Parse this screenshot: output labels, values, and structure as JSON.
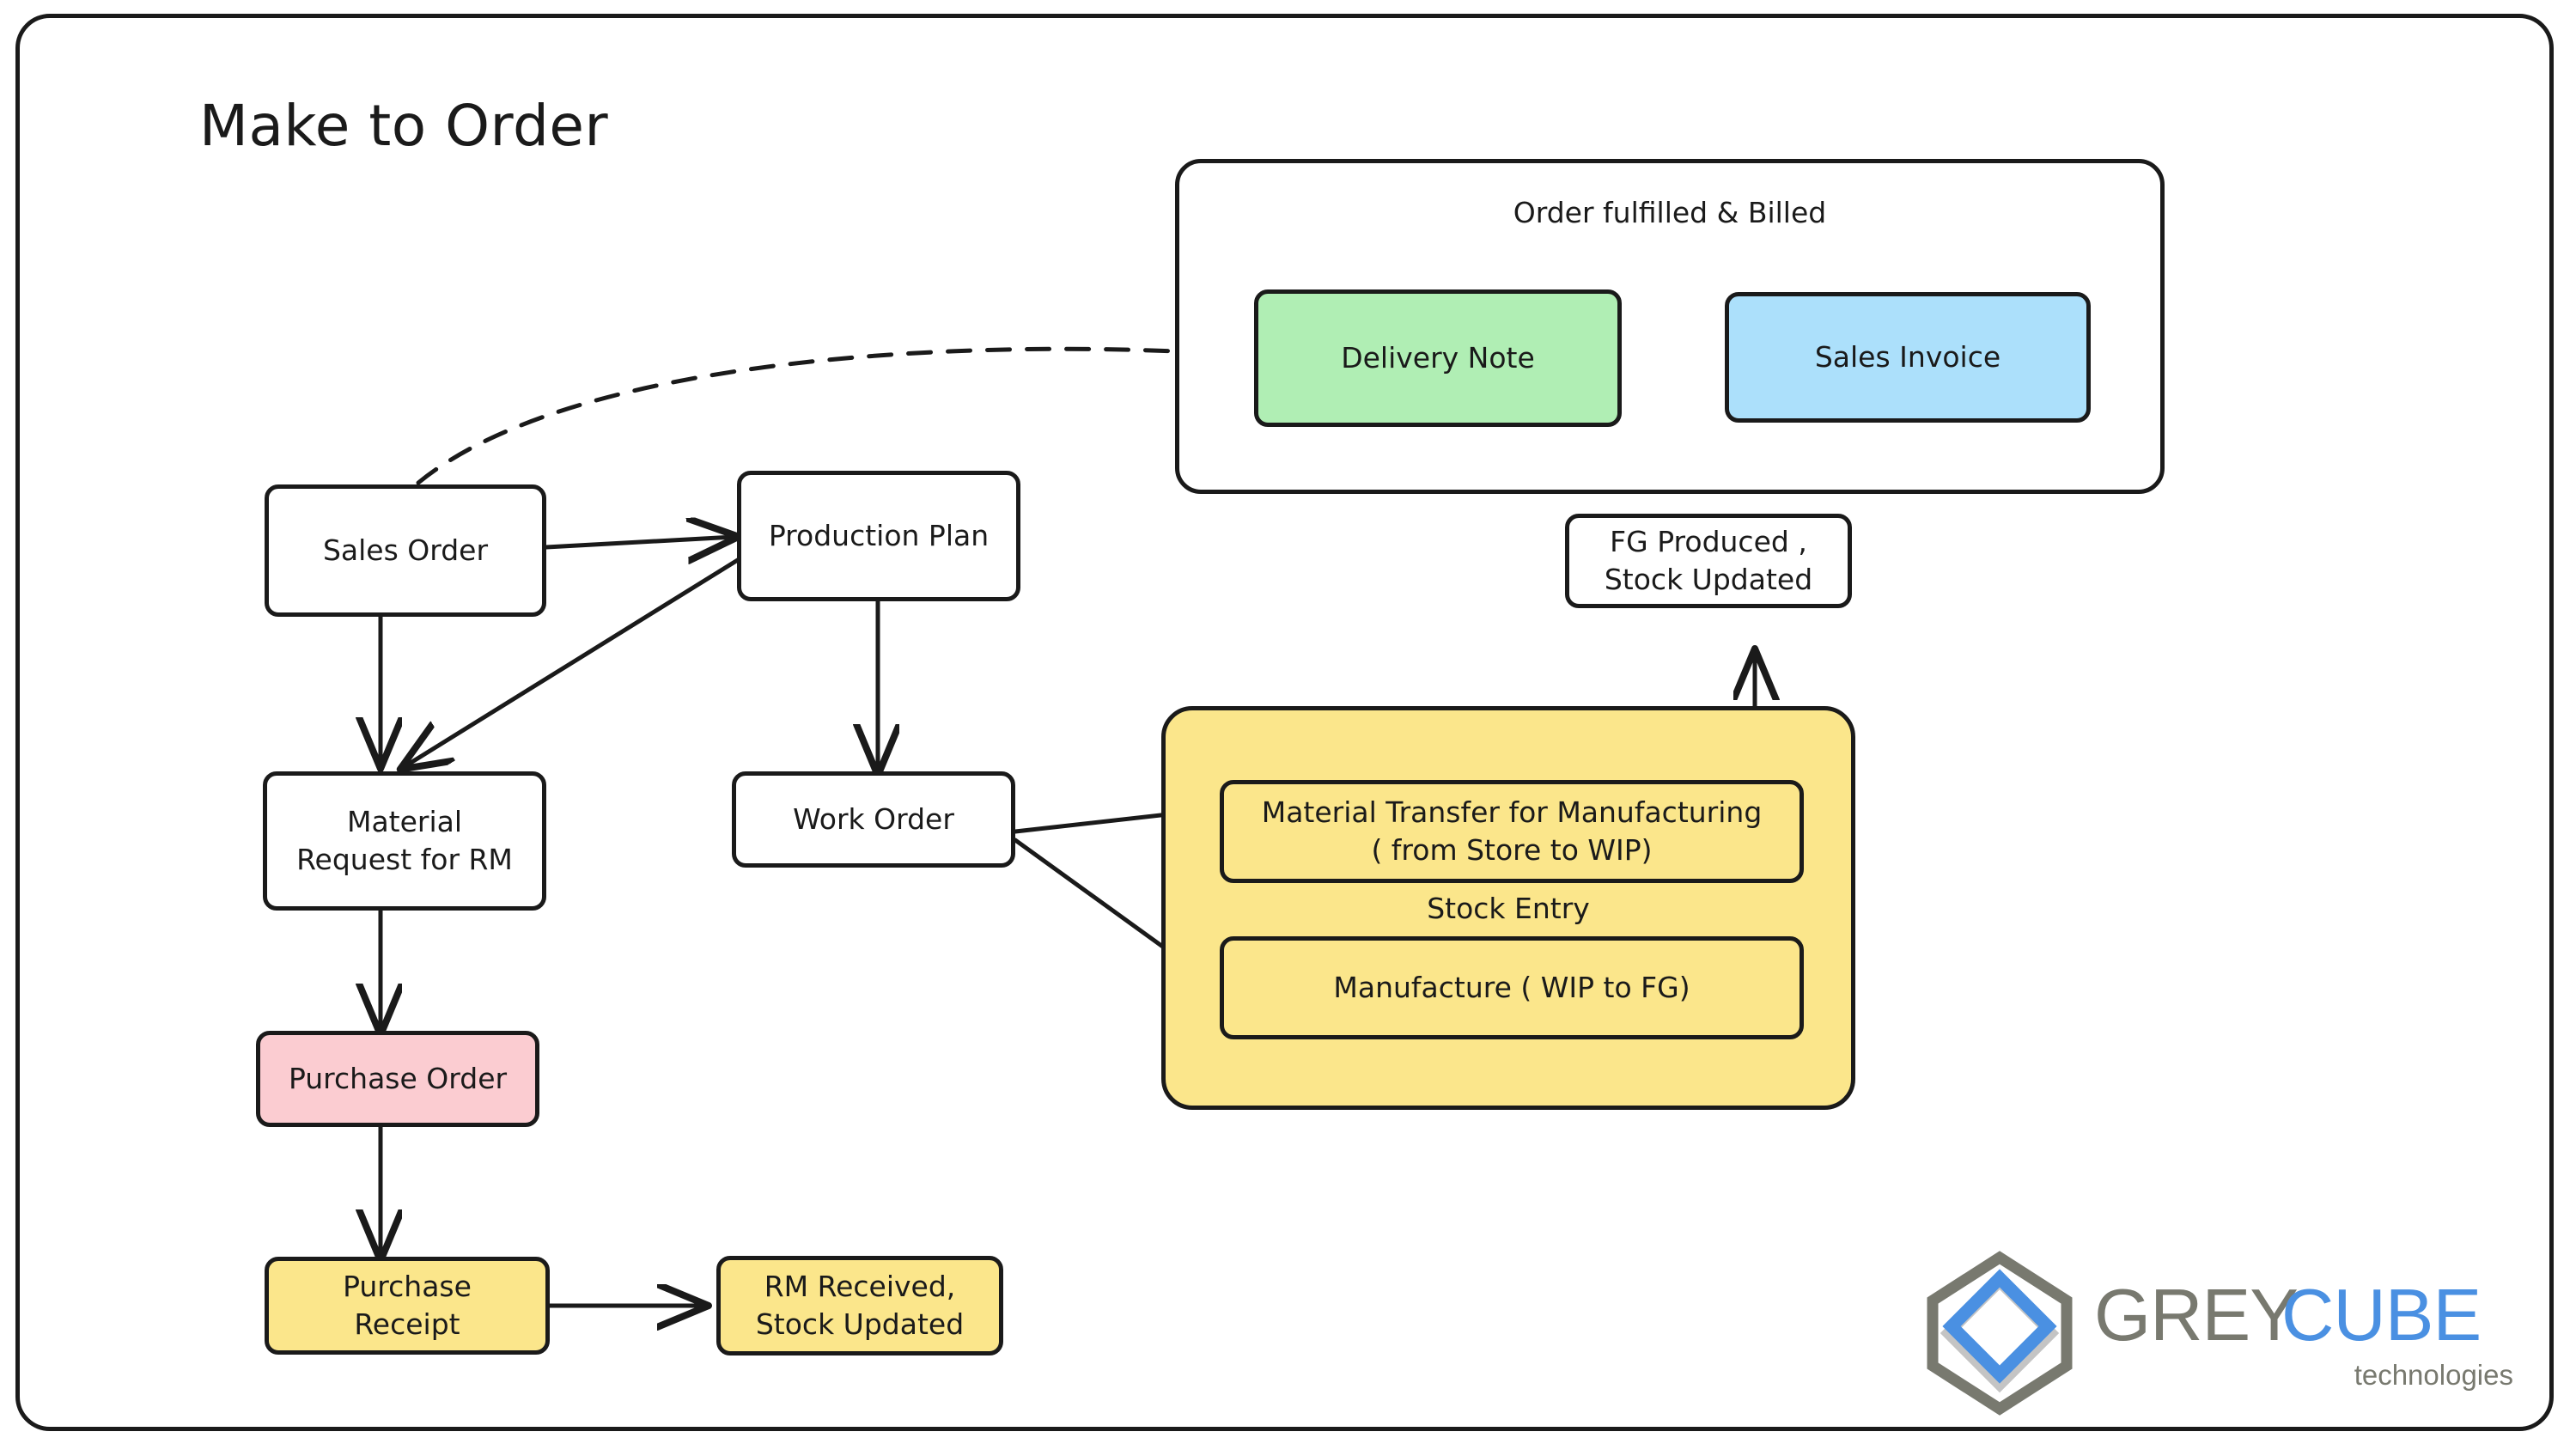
{
  "diagram": {
    "title": "Make to Order",
    "nodes": [
      {
        "id": "sales_order",
        "label": "Sales Order",
        "fill": "#ffffff"
      },
      {
        "id": "production_plan",
        "label": "Production Plan",
        "fill": "#ffffff"
      },
      {
        "id": "material_request",
        "label": "Material\nRequest for RM",
        "fill": "#ffffff"
      },
      {
        "id": "purchase_order",
        "label": "Purchase Order",
        "fill": "#fbccd1"
      },
      {
        "id": "purchase_receipt",
        "label": "Purchase\nReceipt",
        "fill": "#fbe68b"
      },
      {
        "id": "rm_received",
        "label": "RM Received,\nStock Updated",
        "fill": "#fbe68b"
      },
      {
        "id": "work_order",
        "label": "Work Order",
        "fill": "#ffffff"
      },
      {
        "id": "material_transfer",
        "label": "Material Transfer for Manufacturing\n( from Store to WIP)",
        "fill": "#fbe68b"
      },
      {
        "id": "manufacture",
        "label": "Manufacture ( WIP to FG)",
        "fill": "#fbe68b"
      },
      {
        "id": "fg_produced",
        "label": "FG Produced ,\nStock Updated",
        "fill": "#ffffff"
      },
      {
        "id": "delivery_note",
        "label": "Delivery Note",
        "fill": "#b0eeb4"
      },
      {
        "id": "sales_invoice",
        "label": "Sales Invoice",
        "fill": "#ace0fb"
      }
    ],
    "groups": [
      {
        "id": "order_fulfilled",
        "label": "Order fulfilled & Billed",
        "fill": "#ffffff"
      },
      {
        "id": "stock_entry",
        "label": "Stock Entry",
        "fill": "#fbe68b"
      }
    ],
    "edges": [
      {
        "from": "sales_order",
        "to": "production_plan",
        "style": "solid"
      },
      {
        "from": "sales_order",
        "to": "material_request",
        "style": "solid"
      },
      {
        "from": "production_plan",
        "to": "material_request",
        "style": "solid"
      },
      {
        "from": "production_plan",
        "to": "work_order",
        "style": "solid"
      },
      {
        "from": "material_request",
        "to": "purchase_order",
        "style": "solid"
      },
      {
        "from": "purchase_order",
        "to": "purchase_receipt",
        "style": "solid"
      },
      {
        "from": "purchase_receipt",
        "to": "rm_received",
        "style": "solid"
      },
      {
        "from": "work_order",
        "to": "material_transfer",
        "style": "solid"
      },
      {
        "from": "work_order",
        "to": "manufacture",
        "style": "solid"
      },
      {
        "from": "manufacture",
        "to": "fg_produced",
        "style": "solid"
      },
      {
        "from": "sales_order",
        "to": "delivery_note",
        "style": "dashed"
      },
      {
        "from": "delivery_note",
        "to": "sales_invoice",
        "style": "solid"
      }
    ],
    "colors": {
      "stroke": "#1a1a1a",
      "green": "#b0eeb4",
      "blue": "#ace0fb",
      "pink": "#fbccd1",
      "yellow": "#fbe68b",
      "white": "#ffffff"
    }
  },
  "logo": {
    "word_grey": "GREY",
    "word_blue": "CUBE",
    "tagline": "technologies",
    "grey": "#78796f",
    "blue": "#4a90e2",
    "light_grey": "#c4c4c4"
  }
}
